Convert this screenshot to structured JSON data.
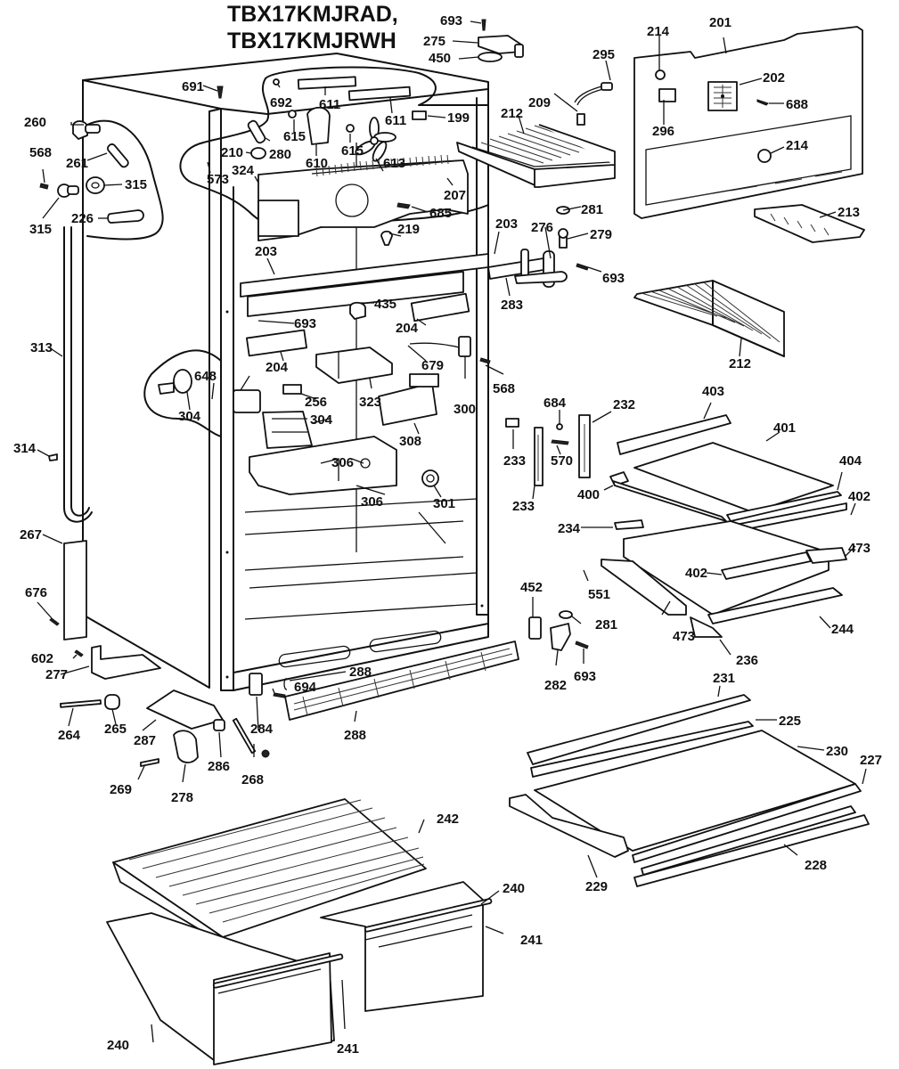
{
  "title": {
    "line1": "TBX17KMJRAD,",
    "line2": "TBX17KMJRWH"
  },
  "labels": [
    {
      "id": "l693a",
      "text": "693"
    },
    {
      "id": "l275",
      "text": "275"
    },
    {
      "id": "l450",
      "text": "450"
    },
    {
      "id": "l691",
      "text": "691"
    },
    {
      "id": "l692",
      "text": "692"
    },
    {
      "id": "l611a",
      "text": "611"
    },
    {
      "id": "l611b",
      "text": "611"
    },
    {
      "id": "l199",
      "text": "199"
    },
    {
      "id": "l260",
      "text": "260"
    },
    {
      "id": "l615a",
      "text": "615"
    },
    {
      "id": "l615b",
      "text": "615"
    },
    {
      "id": "l610",
      "text": "610"
    },
    {
      "id": "l613",
      "text": "613"
    },
    {
      "id": "l210",
      "text": "210"
    },
    {
      "id": "l280",
      "text": "280"
    },
    {
      "id": "l261",
      "text": "261"
    },
    {
      "id": "l568a",
      "text": "568"
    },
    {
      "id": "l573",
      "text": "573"
    },
    {
      "id": "l324",
      "text": "324"
    },
    {
      "id": "l315a",
      "text": "315"
    },
    {
      "id": "l315b",
      "text": "315"
    },
    {
      "id": "l226",
      "text": "226"
    },
    {
      "id": "l207",
      "text": "207"
    },
    {
      "id": "l685",
      "text": "685"
    },
    {
      "id": "l219",
      "text": "219"
    },
    {
      "id": "l203a",
      "text": "203"
    },
    {
      "id": "l203b",
      "text": "203"
    },
    {
      "id": "l295",
      "text": "295"
    },
    {
      "id": "l209",
      "text": "209"
    },
    {
      "id": "l212a",
      "text": "212"
    },
    {
      "id": "l214a",
      "text": "214"
    },
    {
      "id": "l201",
      "text": "201"
    },
    {
      "id": "l202",
      "text": "202"
    },
    {
      "id": "l688",
      "text": "688"
    },
    {
      "id": "l296",
      "text": "296"
    },
    {
      "id": "l214b",
      "text": "214"
    },
    {
      "id": "l213",
      "text": "213"
    },
    {
      "id": "l281a",
      "text": "281"
    },
    {
      "id": "l276",
      "text": "276"
    },
    {
      "id": "l279",
      "text": "279"
    },
    {
      "id": "l693b",
      "text": "693"
    },
    {
      "id": "l283",
      "text": "283"
    },
    {
      "id": "l212b",
      "text": "212"
    },
    {
      "id": "l313",
      "text": "313"
    },
    {
      "id": "l693c",
      "text": "693"
    },
    {
      "id": "l435",
      "text": "435"
    },
    {
      "id": "l204a",
      "text": "204"
    },
    {
      "id": "l204b",
      "text": "204"
    },
    {
      "id": "l679",
      "text": "679"
    },
    {
      "id": "l648",
      "text": "648"
    },
    {
      "id": "l256",
      "text": "256"
    },
    {
      "id": "l323",
      "text": "323"
    },
    {
      "id": "l300",
      "text": "300"
    },
    {
      "id": "l568b",
      "text": "568"
    },
    {
      "id": "l304a",
      "text": "304"
    },
    {
      "id": "l304b",
      "text": "304"
    },
    {
      "id": "l308",
      "text": "308"
    },
    {
      "id": "l306a",
      "text": "306"
    },
    {
      "id": "l306b",
      "text": "306"
    },
    {
      "id": "l301",
      "text": "301"
    },
    {
      "id": "l314",
      "text": "314"
    },
    {
      "id": "l684",
      "text": "684"
    },
    {
      "id": "l232",
      "text": "232"
    },
    {
      "id": "l403",
      "text": "403"
    },
    {
      "id": "l401",
      "text": "401"
    },
    {
      "id": "l233a",
      "text": "233"
    },
    {
      "id": "l570",
      "text": "570"
    },
    {
      "id": "l233b",
      "text": "233"
    },
    {
      "id": "l404",
      "text": "404"
    },
    {
      "id": "l400",
      "text": "400"
    },
    {
      "id": "l402a",
      "text": "402"
    },
    {
      "id": "l234",
      "text": "234"
    },
    {
      "id": "l473a",
      "text": "473"
    },
    {
      "id": "l402b",
      "text": "402"
    },
    {
      "id": "l551",
      "text": "551"
    },
    {
      "id": "l473b",
      "text": "473"
    },
    {
      "id": "l244",
      "text": "244"
    },
    {
      "id": "l236",
      "text": "236"
    },
    {
      "id": "l267",
      "text": "267"
    },
    {
      "id": "l676",
      "text": "676"
    },
    {
      "id": "l452",
      "text": "452"
    },
    {
      "id": "l281b",
      "text": "281"
    },
    {
      "id": "l282",
      "text": "282"
    },
    {
      "id": "l693d",
      "text": "693"
    },
    {
      "id": "l602",
      "text": "602"
    },
    {
      "id": "l277",
      "text": "277"
    },
    {
      "id": "l288a",
      "text": "288"
    },
    {
      "id": "l694",
      "text": "694"
    },
    {
      "id": "l288b",
      "text": "288"
    },
    {
      "id": "l264",
      "text": "264"
    },
    {
      "id": "l265",
      "text": "265"
    },
    {
      "id": "l287",
      "text": "287"
    },
    {
      "id": "l284",
      "text": "284"
    },
    {
      "id": "l286",
      "text": "286"
    },
    {
      "id": "l268",
      "text": "268"
    },
    {
      "id": "l269",
      "text": "269"
    },
    {
      "id": "l278",
      "text": "278"
    },
    {
      "id": "l231",
      "text": "231"
    },
    {
      "id": "l225",
      "text": "225"
    },
    {
      "id": "l230",
      "text": "230"
    },
    {
      "id": "l227",
      "text": "227"
    },
    {
      "id": "l229",
      "text": "229"
    },
    {
      "id": "l228",
      "text": "228"
    },
    {
      "id": "l242",
      "text": "242"
    },
    {
      "id": "l240a",
      "text": "240"
    },
    {
      "id": "l241a",
      "text": "241"
    },
    {
      "id": "l241b",
      "text": "241"
    },
    {
      "id": "l240b",
      "text": "240"
    }
  ]
}
